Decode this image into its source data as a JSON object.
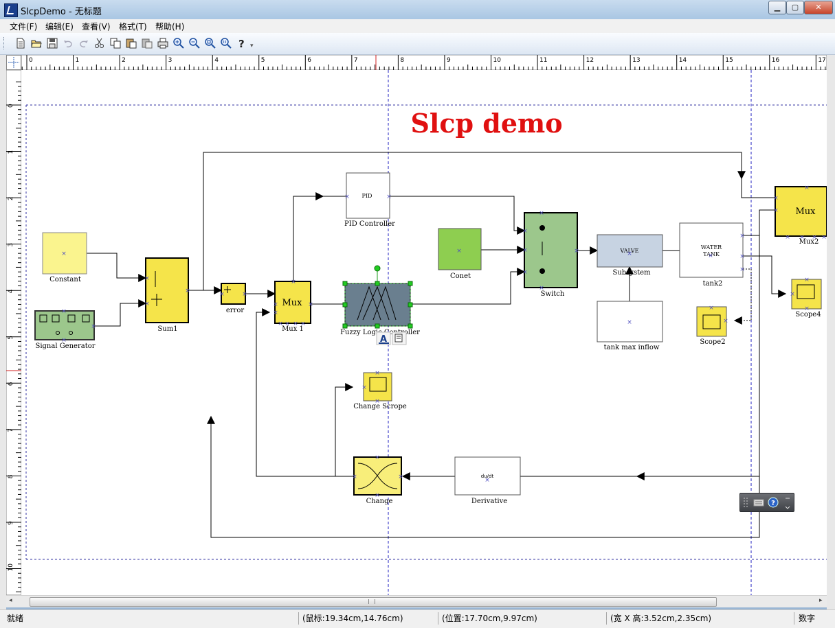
{
  "window": {
    "title": "SlcpDemo - 无标题",
    "min_label": "▁",
    "max_label": "▢",
    "close_label": "✕"
  },
  "menu": [
    {
      "label": "文件(F)"
    },
    {
      "label": "编辑(E)"
    },
    {
      "label": "查看(V)"
    },
    {
      "label": "格式(T)"
    },
    {
      "label": "帮助(H)"
    }
  ],
  "toolbar": {
    "icons": [
      "new-icon",
      "open-icon",
      "save-icon",
      "undo-icon",
      "redo-icon",
      "cut-icon",
      "copy-icon",
      "paste-icon",
      "paste-special-icon",
      "print-icon",
      "zoom-in-icon",
      "zoom-out-icon",
      "zoom-fit-icon",
      "zoom-100-icon",
      "help-icon"
    ]
  },
  "ruler": {
    "h_labels": [
      "0",
      "1",
      "2",
      "3",
      "4",
      "5",
      "6",
      "7",
      "8",
      "9",
      "10",
      "11",
      "12",
      "13",
      "14",
      "15",
      "16",
      "17"
    ],
    "v_labels": [
      "0",
      "1",
      "2",
      "3",
      "4",
      "5",
      "6",
      "7",
      "8",
      "9",
      "10"
    ]
  },
  "diagram": {
    "title": "Slcp demo",
    "title_color": "#e01010",
    "blocks": {
      "constant": "Constant",
      "signal_generator": "Signal Generator",
      "sum1": "Sum1",
      "error": "error",
      "mux1_text": "Mux",
      "mux1": "Mux 1",
      "pid_text": "PID",
      "pid": "PID Controller",
      "fuzzy": "Fuzzy Logic Controller",
      "change_scope": "Change Scrope",
      "change": "Change",
      "derivative_text": "du/dt",
      "derivative": "Derivative",
      "conet": "Conet",
      "switch": "Switch",
      "valve_text": "VALVE",
      "subsystem": "Subsystem",
      "water_text_1": "WATER",
      "water_text_2": "TANK",
      "tank2": "tank2",
      "tank_max": "tank max inflow",
      "mux2_text": "Mux",
      "mux2": "Mux2",
      "scope2": "Scope2",
      "scope4": "Scope4"
    },
    "colors": {
      "yellow": "#f5e44a",
      "light_yellow": "#faf48e",
      "green": "#9cc78c",
      "bright_green": "#8ece50",
      "grey_blue": "#6a7f8f",
      "valve_blue": "#c7d3e2"
    }
  },
  "status": {
    "ready": "就绪",
    "mouse": "(鼠标:19.34cm,14.76cm)",
    "position": "(位置:17.70cm,9.97cm)",
    "size": "(宽 X 高:3.52cm,2.35cm)",
    "mode": "数字"
  }
}
